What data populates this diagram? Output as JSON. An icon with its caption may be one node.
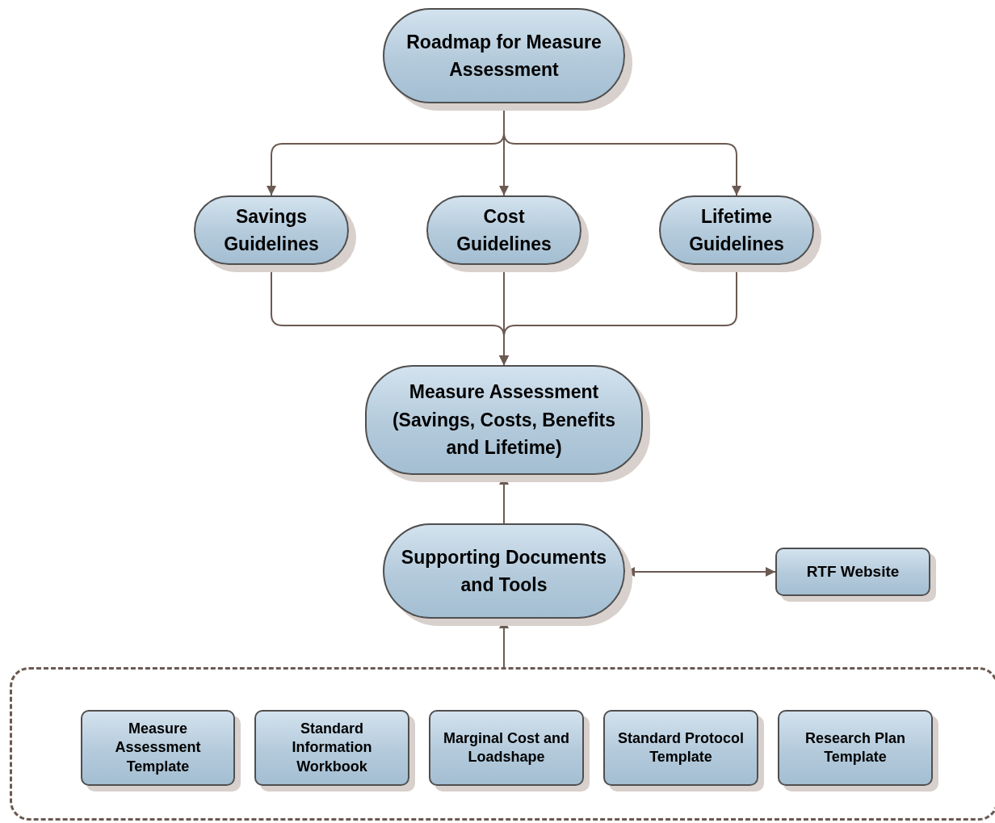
{
  "diagram": {
    "nodes": [
      {
        "text": [
          "Roadmap for Measure Assessment"
        ]
      },
      {
        "text": [
          "Savings Guidelines"
        ]
      },
      {
        "text": [
          "Cost Guidelines"
        ]
      },
      {
        "text": [
          "Lifetime Guidelines"
        ]
      },
      {
        "text": [
          "Measure Assessment (Savings, Costs, Benefits and Lifetime)"
        ]
      },
      {
        "text": [
          "Supporting Documents and Tools"
        ]
      },
      {
        "text": [
          "RTF Website"
        ]
      },
      {
        "text": [],
        "shape": "box"
      },
      {
        "text": [
          "Measure Assessment Template"
        ],
        "in": 7
      },
      {
        "text": [
          "Standard Information Workbook"
        ],
        "in": 7
      },
      {
        "text": [
          "Marginal Cost and Loadshape"
        ],
        "in": 7
      },
      {
        "text": [
          "Standard Protocol Template"
        ],
        "in": 7
      },
      {
        "text": [
          "Research Plan Template"
        ],
        "in": 7
      }
    ],
    "edges": [
      {
        "from": 0,
        "to": 1,
        "arrow": "to"
      },
      {
        "from": 0,
        "to": 2,
        "arrow": "to"
      },
      {
        "from": 0,
        "to": 3,
        "arrow": "to"
      },
      {
        "from": 1,
        "to": 4,
        "arrow": "to"
      },
      {
        "from": 2,
        "to": 4,
        "arrow": "to"
      },
      {
        "from": 3,
        "to": 4,
        "arrow": "to"
      },
      {
        "from": 5,
        "to": 4,
        "arrow": "to"
      },
      {
        "from": 5,
        "to": 6,
        "arrow": "both"
      },
      {
        "from": 7,
        "to": 5,
        "arrow": "to"
      }
    ]
  }
}
